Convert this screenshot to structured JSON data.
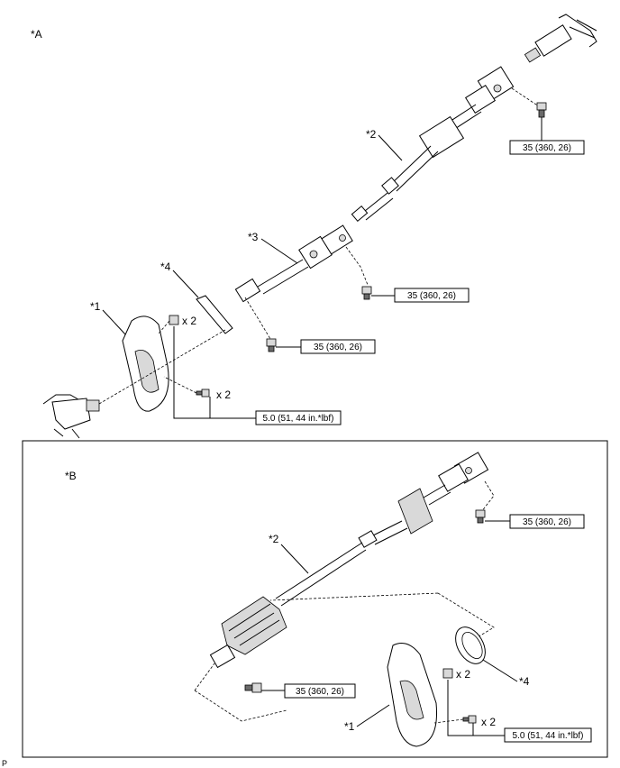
{
  "view_a": {
    "label": "*A",
    "callouts": {
      "c1": "*1",
      "c2": "*2",
      "c3": "*3",
      "c4": "*4"
    },
    "qty": {
      "q1": "x 2",
      "q2": "x 2"
    },
    "torque": {
      "t1": "35 (360, 26)",
      "t2": "35 (360, 26)",
      "t3": "35 (360, 26)",
      "t4": "5.0 (51, 44 in.*lbf)"
    }
  },
  "view_b": {
    "label": "*B",
    "callouts": {
      "c2": "*2",
      "c1": "*1",
      "c4": "*4"
    },
    "qty": {
      "q1": "x 2",
      "q2": "x 2"
    },
    "torque": {
      "t1": "35 (360, 26)",
      "t2": "35 (360, 26)",
      "t3": "5.0 (51, 44 in.*lbf)"
    }
  },
  "footer_code": "P"
}
